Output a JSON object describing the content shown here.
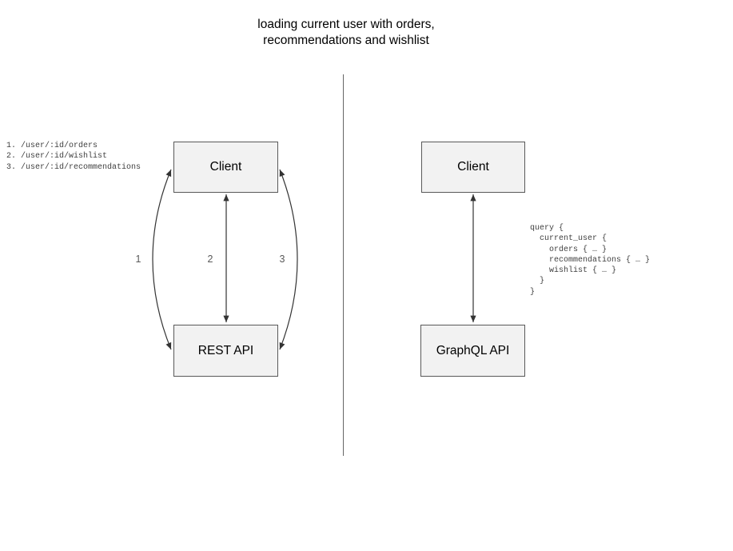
{
  "title": {
    "line1": "loading current user with orders,",
    "line2": "recommendations and wishlist"
  },
  "rest_side": {
    "endpoints": [
      "1. /user/:id/orders",
      "2. /user/:id/wishlist",
      "3. /user/:id/recommendations"
    ],
    "client_label": "Client",
    "api_label": "REST API",
    "arrow_labels": [
      "1",
      "2",
      "3"
    ]
  },
  "graphql_side": {
    "client_label": "Client",
    "api_label": "GraphQL API",
    "query_lines": [
      "query {",
      "  current_user {",
      "    orders { … }",
      "    recommendations { … }",
      "    wishlist { … }",
      "  }",
      "}"
    ]
  },
  "colors": {
    "box_fill": "#f2f2f2",
    "box_border": "#595959",
    "arrow_stroke": "#333333",
    "divider": "#666666",
    "code_text": "#404040",
    "label_text": "#595959",
    "title_text": "#000000",
    "background": "#ffffff"
  }
}
